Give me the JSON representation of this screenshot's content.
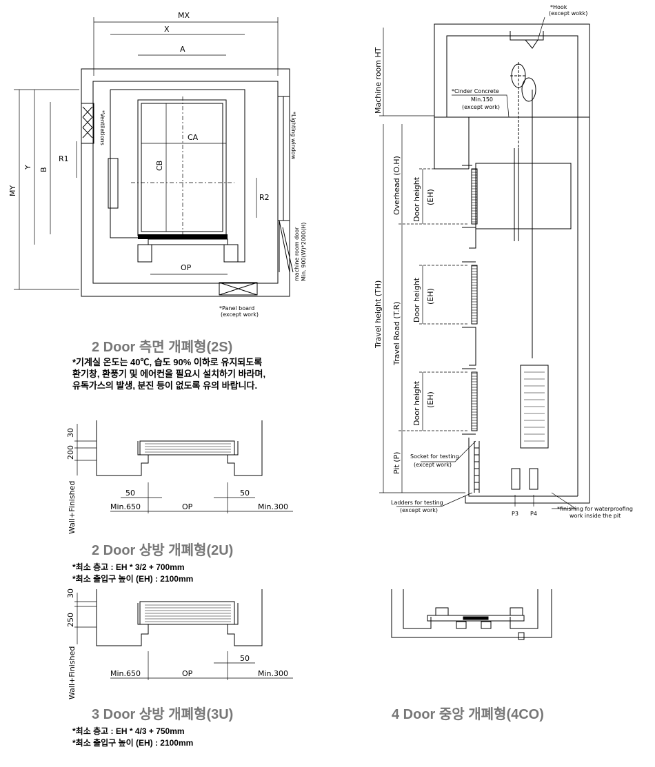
{
  "plan_2s": {
    "dims": {
      "mx": "MX",
      "x": "X",
      "a": "A",
      "my": "MY",
      "y": "Y",
      "b": "B",
      "ca": "CA",
      "cb": "CB",
      "r1": "R1",
      "r2": "R2",
      "op": "OP"
    },
    "labels": {
      "ventilations": "*Ventilations",
      "lighting_window": "*Lighting window",
      "machine_room_door_1": "machine room door",
      "machine_room_door_2": "Min. 900(W)*2000(H)",
      "panel_board_1": "*Panel board",
      "panel_board_2": "(except work)"
    },
    "caption": "2 Door 측면 개폐형(2S)",
    "notes": [
      "*기계실 온도는 40℃, 습도 90% 이하로 유지되도록",
      "환기창, 환풍기 및 에어컨을 필요시 설치하기 바라며,",
      "유독가스의 발생, 분진 등이 없도록 유의 바랍니다."
    ]
  },
  "plan_2u": {
    "dims": {
      "d30": "30",
      "d200": "200",
      "wall": "Wall+Finished",
      "d50l": "50",
      "d50r": "50",
      "min650": "Min.650",
      "op": "OP",
      "min300": "Min.300"
    },
    "caption": "2 Door 상방 개폐형(2U)",
    "notes": [
      "*최소 층고 : EH * 3/2 + 700mm",
      "*최소 출입구 높이 (EH)  : 2100mm"
    ]
  },
  "plan_3u": {
    "dims": {
      "d30": "30",
      "d250": "250",
      "wall": "Wall+Finished",
      "d50": "50",
      "min650": "Min.650",
      "op": "OP",
      "min300": "Min.300"
    },
    "caption": "3 Door 상방 개폐형(3U)",
    "notes": [
      "*최소 층고 : EH * 4/3 + 750mm",
      "*최소 출입구 높이 (EH)  : 2100mm"
    ]
  },
  "section": {
    "labels": {
      "hook_1": "*Hook",
      "hook_2": "(except wokk)",
      "machine_room_ht": "Machine room HT",
      "cinder_1": "*Cinder Concrete",
      "cinder_2": "Min.150",
      "cinder_3": "(except work)",
      "overhead": "Overhead (O.H)",
      "door_height": "Door height",
      "eh": "(EH)",
      "travel_height": "Travel height (TH)",
      "travel_road": "Travel Road (T.R)",
      "pit": "Pit (P)",
      "socket_1": "Socket for testing",
      "socket_2": "(except work)",
      "ladders_1": "Ladders for testing",
      "ladders_2": "(except work)",
      "p3": "P3",
      "p4": "P4",
      "finishing_1": "*finishing for waterproofing",
      "finishing_2": "work inside the pit"
    }
  },
  "plan_4co": {
    "caption": "4 Door 중앙 개폐형(4CO)"
  }
}
